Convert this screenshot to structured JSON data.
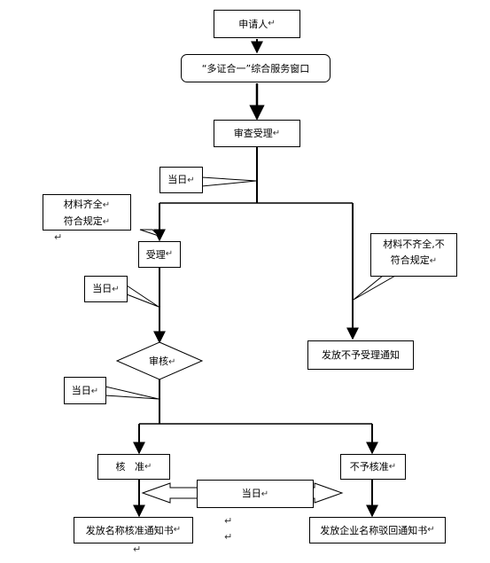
{
  "nodes": {
    "applicant": "申请人",
    "window": "“多证合一”综合服务窗口",
    "review": "审查受理",
    "accept": "受理",
    "check": "审核",
    "approve": "核   准",
    "reject": "不予核准",
    "issue_approval": "发放名称核准通知书",
    "issue_return": "发放企业名称驳回通知书",
    "issue_not_accept": "发放不予受理通知"
  },
  "callouts": {
    "sameday_1": "当日",
    "complete_line1": "材料齐全",
    "complete_line2": "符合规定",
    "incomplete_line1": "材料不齐全,不",
    "incomplete_line2": "符合规定",
    "sameday_2": "当日",
    "sameday_3": "当日",
    "sameday_4": "当日"
  },
  "para_mark": "↵"
}
